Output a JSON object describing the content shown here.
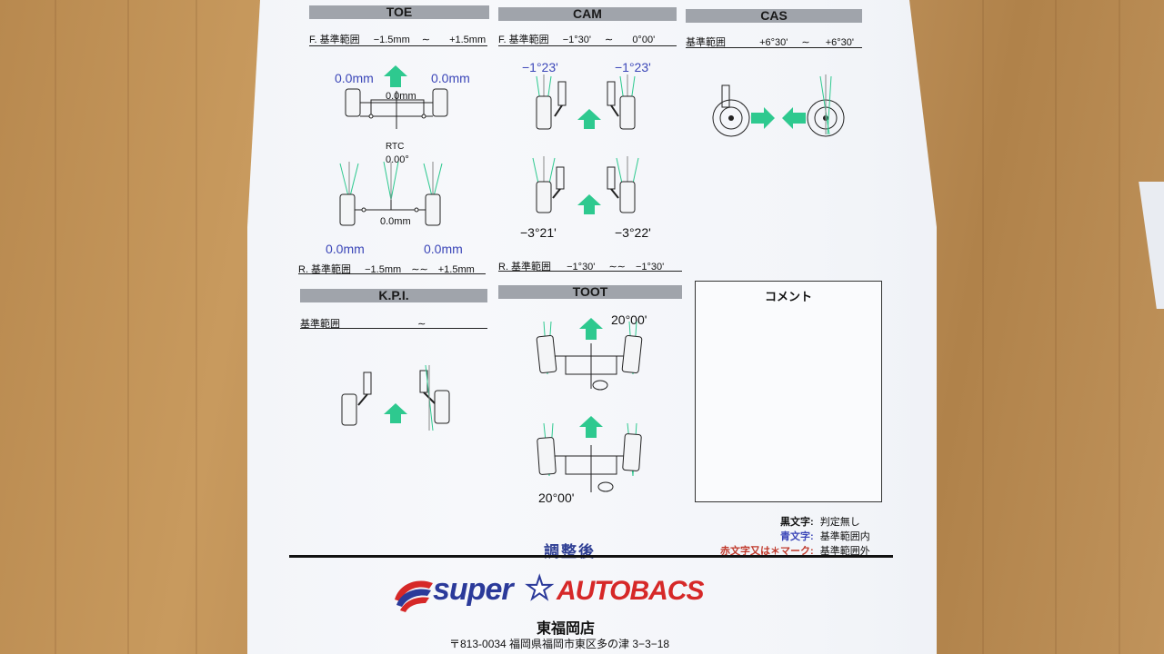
{
  "toe": {
    "title": "TOE",
    "front_label": "F. 基準範囲",
    "front_min": "−1.5mm",
    "front_sep": "∼",
    "front_max": "+1.5mm",
    "front_left": "0.0mm",
    "front_right": "0.0mm",
    "front_total": "0.0mm",
    "rtc_label": "RTC",
    "rtc_value": "0.00°",
    "rear_total": "0.0mm",
    "rear_left": "0.0mm",
    "rear_right": "0.0mm",
    "rear_label": "R. 基準範囲",
    "rear_min": "−1.5mm",
    "rear_sep": "∼∼",
    "rear_max": "+1.5mm"
  },
  "cam": {
    "title": "CAM",
    "front_label": "F. 基準範囲",
    "front_min": "−1°30'",
    "front_sep": "∼",
    "front_max": "0°00'",
    "front_left": "−1°23'",
    "front_right": "−1°23'",
    "rear_left": "−3°21'",
    "rear_right": "−3°22'",
    "rear_label": "R. 基準範囲",
    "rear_min": "−1°30'",
    "rear_sep": "∼∼",
    "rear_max": "−1°30'"
  },
  "cas": {
    "title": "CAS",
    "label": "基準範囲",
    "min": "+6°30'",
    "sep": "∼",
    "max": "+6°30'"
  },
  "kpi": {
    "title": "K.P.I.",
    "label": "基準範囲",
    "sep": "∼"
  },
  "toot": {
    "title": "TOOT",
    "top_value": "20°00'",
    "bottom_value": "20°00'"
  },
  "comment": {
    "title": "コメント"
  },
  "legend": {
    "black_key": "黒文字:",
    "black_text": "判定無し",
    "blue_key": "青文字:",
    "blue_text": "基準範囲内",
    "red_key": "赤文字又は＊マーク:",
    "red_text": "基準範囲外"
  },
  "footer": {
    "title": "調整後",
    "brand_left": "super",
    "brand_right": "AUTOBACS",
    "store": "東福岡店",
    "address": "〒813-0034 福岡県福岡市東区多の津 3−3−18"
  },
  "colors": {
    "value_blue": "#3b46b8",
    "arrow_green": "#2ec98f",
    "header_gray": "#a0a4ab",
    "legend_red": "#c0392b",
    "brand_red": "#d62828",
    "brand_blue": "#2b3a9a"
  }
}
